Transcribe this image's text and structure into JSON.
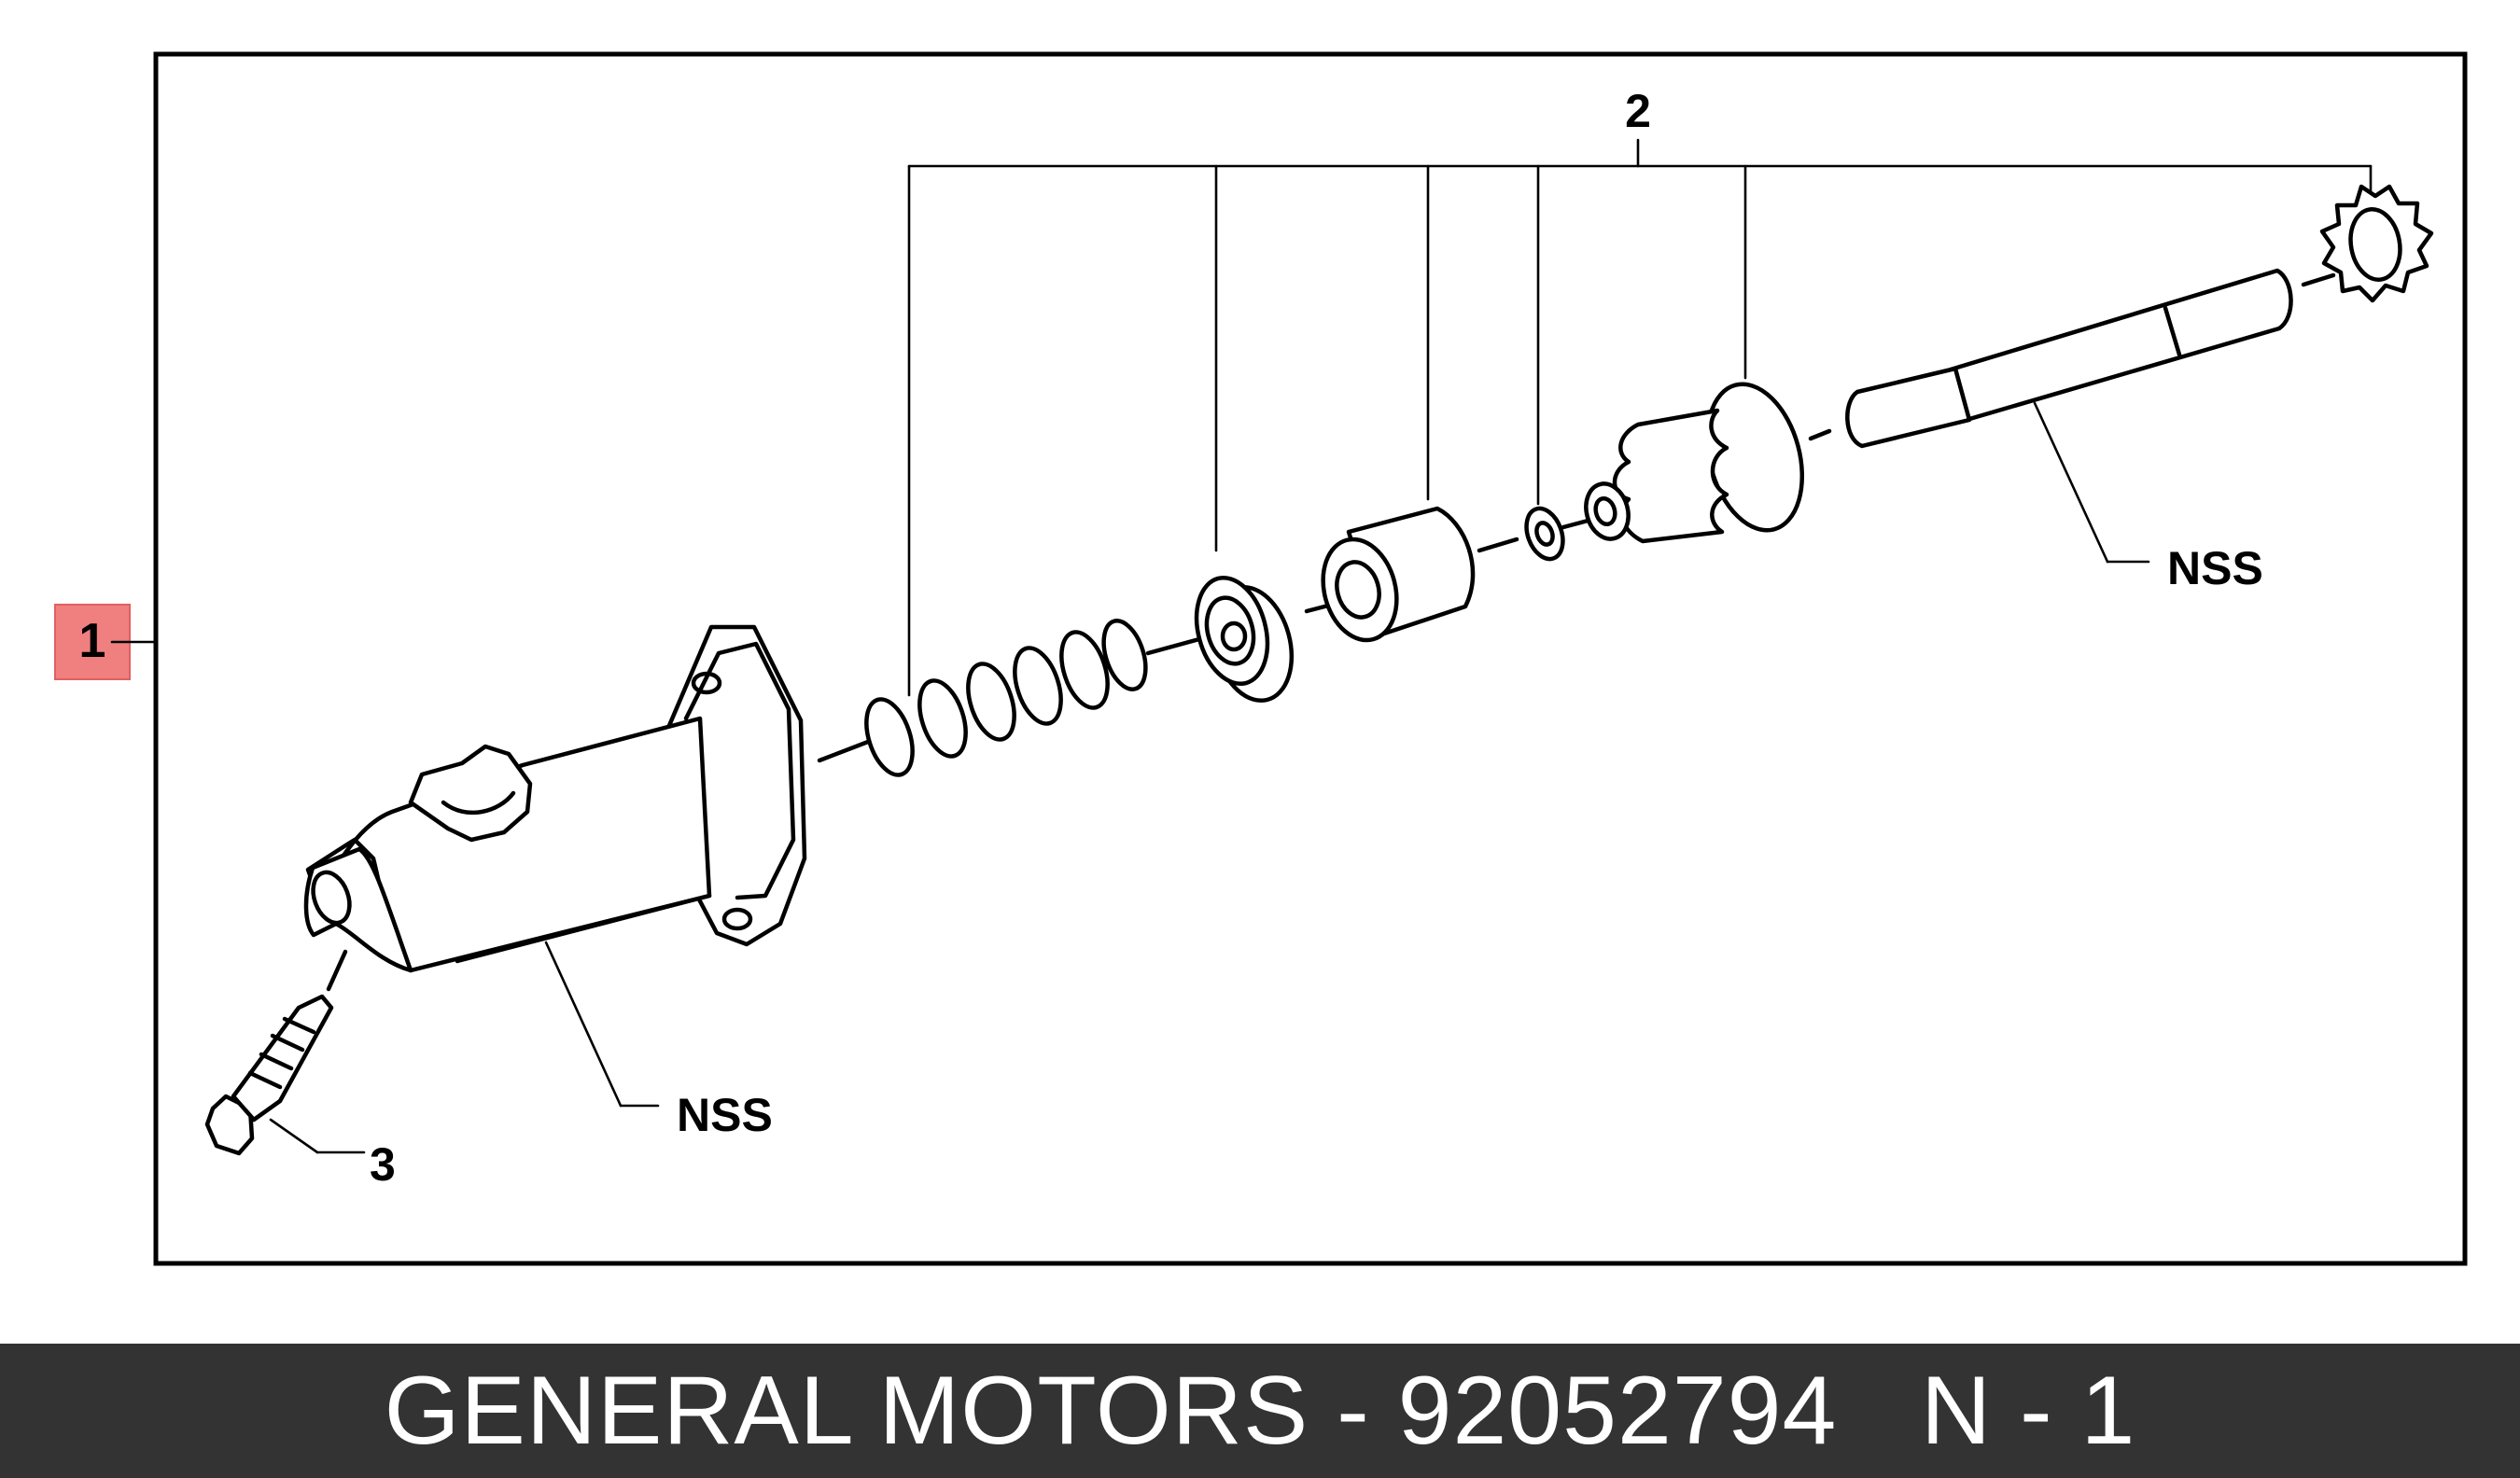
{
  "diagram": {
    "callouts": {
      "item_1": "1",
      "item_2": "2",
      "item_3": "3",
      "nss_body": "NSS",
      "nss_pushrod": "NSS"
    },
    "colors": {
      "item_1_highlight": "#f08080",
      "line": "#000000",
      "background": "#ffffff"
    }
  },
  "footer": {
    "brand": "GENERAL MOTORS",
    "separator": " - ",
    "part_number": "92052794",
    "gap": "   ",
    "code": "N - 1",
    "background": "#333333",
    "text_color": "#ffffff"
  }
}
